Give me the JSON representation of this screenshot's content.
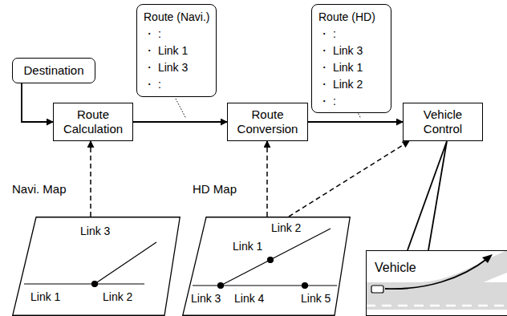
{
  "diagram": {
    "nodes": [
      {
        "text": [
          "Route (Navi.)",
          "・ :",
          "・ Link 1",
          "・ Link 3",
          "・ :"
        ]
      },
      {
        "text": [
          "Route (HD)",
          "・ :",
          "・ Link 3",
          "・ Link 1",
          "・ Link 2",
          "・ :"
        ]
      },
      {
        "text": [
          "Destination"
        ]
      },
      {
        "text": [
          "Route Calculation"
        ]
      },
      {
        "text": [
          "Route Conversion"
        ]
      },
      {
        "text": [
          "Vehicle Control"
        ]
      },
      {
        "text": [
          "Navi. Map",
          "Link 3",
          "Link 1",
          "Link 2"
        ]
      },
      {
        "text": [
          "HD Map",
          "Link 2",
          "Link 1",
          "Link 3",
          "Link 4",
          "Link 5"
        ]
      },
      {
        "text": [
          "Vehicle"
        ]
      }
    ],
    "edges": [
      {
        "from": 2,
        "to": 3,
        "arrow": "to"
      },
      {
        "from": 3,
        "to": 4,
        "arrow": "to"
      },
      {
        "from": 4,
        "to": 5,
        "arrow": "to"
      },
      {
        "from": 6,
        "to": 3,
        "arrow": "to"
      },
      {
        "from": 7,
        "to": 4,
        "arrow": "to"
      },
      {
        "from": 7,
        "to": 5,
        "arrow": "to"
      },
      {
        "from": 5,
        "to": 8,
        "arrow": "none"
      }
    ]
  }
}
